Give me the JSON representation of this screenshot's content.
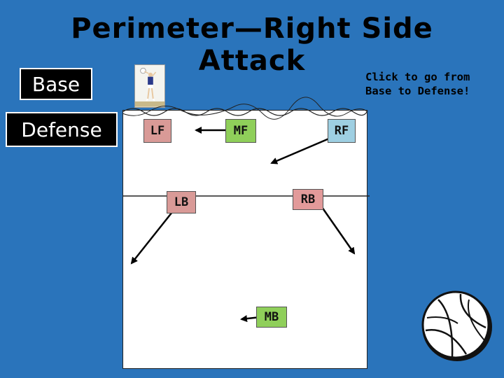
{
  "title": {
    "line1": "Perimeter—Right Side",
    "line2": "Attack"
  },
  "buttons": {
    "base": "Base",
    "defense": "Defense"
  },
  "hint": {
    "line1": "Click to go from",
    "line2": "Base to Defense!"
  },
  "positions": {
    "lf": "LF",
    "mf": "MF",
    "rf": "RF",
    "lb": "LB",
    "rb": "RB",
    "mb": "MB"
  },
  "colors": {
    "background": "#2a74bb",
    "left_front": "#d99a97",
    "middle": "#8fcf5a",
    "right_front": "#9ecfe2"
  },
  "icons": {
    "player": "volleyball-player-image",
    "ball": "volleyball-icon"
  }
}
